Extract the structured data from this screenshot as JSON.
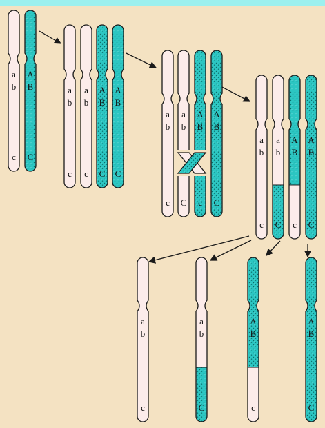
{
  "colors": {
    "background": "#f4e2c2",
    "top_bar": "#9cf0ee",
    "homolog_light": "#fcecea",
    "homolog_dark": "#2cc6c2",
    "outline": "#1a1a1a"
  },
  "stages": [
    {
      "name": "stage-1-homologous-pair",
      "chromosomes": [
        {
          "labels": [
            "a",
            "b",
            "c"
          ],
          "fill": "light"
        },
        {
          "labels": [
            "A",
            "B",
            "C"
          ],
          "fill": "dark"
        }
      ]
    },
    {
      "name": "stage-2-replicated",
      "chromosomes": [
        {
          "labels": [
            "a",
            "b",
            "c"
          ],
          "fill": "light"
        },
        {
          "labels": [
            "a",
            "b",
            "c"
          ],
          "fill": "light"
        },
        {
          "labels": [
            "A",
            "B",
            "C"
          ],
          "fill": "dark"
        },
        {
          "labels": [
            "A",
            "B",
            "C"
          ],
          "fill": "dark"
        }
      ]
    },
    {
      "name": "stage-3-crossing-over",
      "chromosomes": [
        {
          "labels": [
            "a",
            "b",
            "c"
          ],
          "fill": "light"
        },
        {
          "labels": [
            "a",
            "b",
            "C"
          ],
          "fill": "crossing-light"
        },
        {
          "labels": [
            "A",
            "B",
            "c"
          ],
          "fill": "crossing-dark"
        },
        {
          "labels": [
            "A",
            "B",
            "C"
          ],
          "fill": "dark"
        }
      ]
    },
    {
      "name": "stage-4-recombined",
      "chromosomes": [
        {
          "labels": [
            "a",
            "b",
            "c"
          ],
          "fill": "light"
        },
        {
          "labels": [
            "a",
            "b",
            "C"
          ],
          "fill": "recombinant-light"
        },
        {
          "labels": [
            "A",
            "B",
            "c"
          ],
          "fill": "recombinant-dark"
        },
        {
          "labels": [
            "A",
            "B",
            "C"
          ],
          "fill": "dark"
        }
      ]
    },
    {
      "name": "stage-5-gametes",
      "chromosomes": [
        {
          "labels": [
            "a",
            "b",
            "c"
          ],
          "fill": "light"
        },
        {
          "labels": [
            "a",
            "b",
            "C"
          ],
          "fill": "recombinant-light"
        },
        {
          "labels": [
            "A",
            "B",
            "c"
          ],
          "fill": "recombinant-dark"
        },
        {
          "labels": [
            "A",
            "B",
            "C"
          ],
          "fill": "dark"
        }
      ]
    }
  ]
}
